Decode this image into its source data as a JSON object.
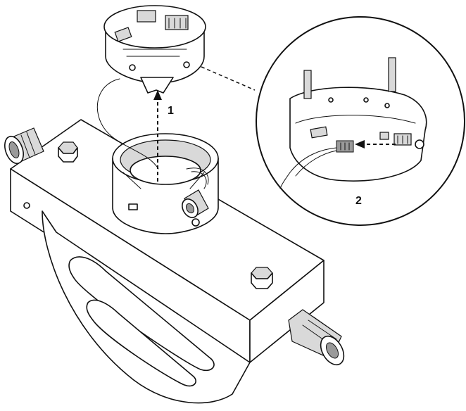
{
  "callouts": [
    {
      "id": "1",
      "text": "1"
    },
    {
      "id": "2",
      "text": "2"
    }
  ],
  "colors": {
    "ink": "#111111",
    "shade": "#d9d9d9",
    "background": "#ffffff"
  }
}
